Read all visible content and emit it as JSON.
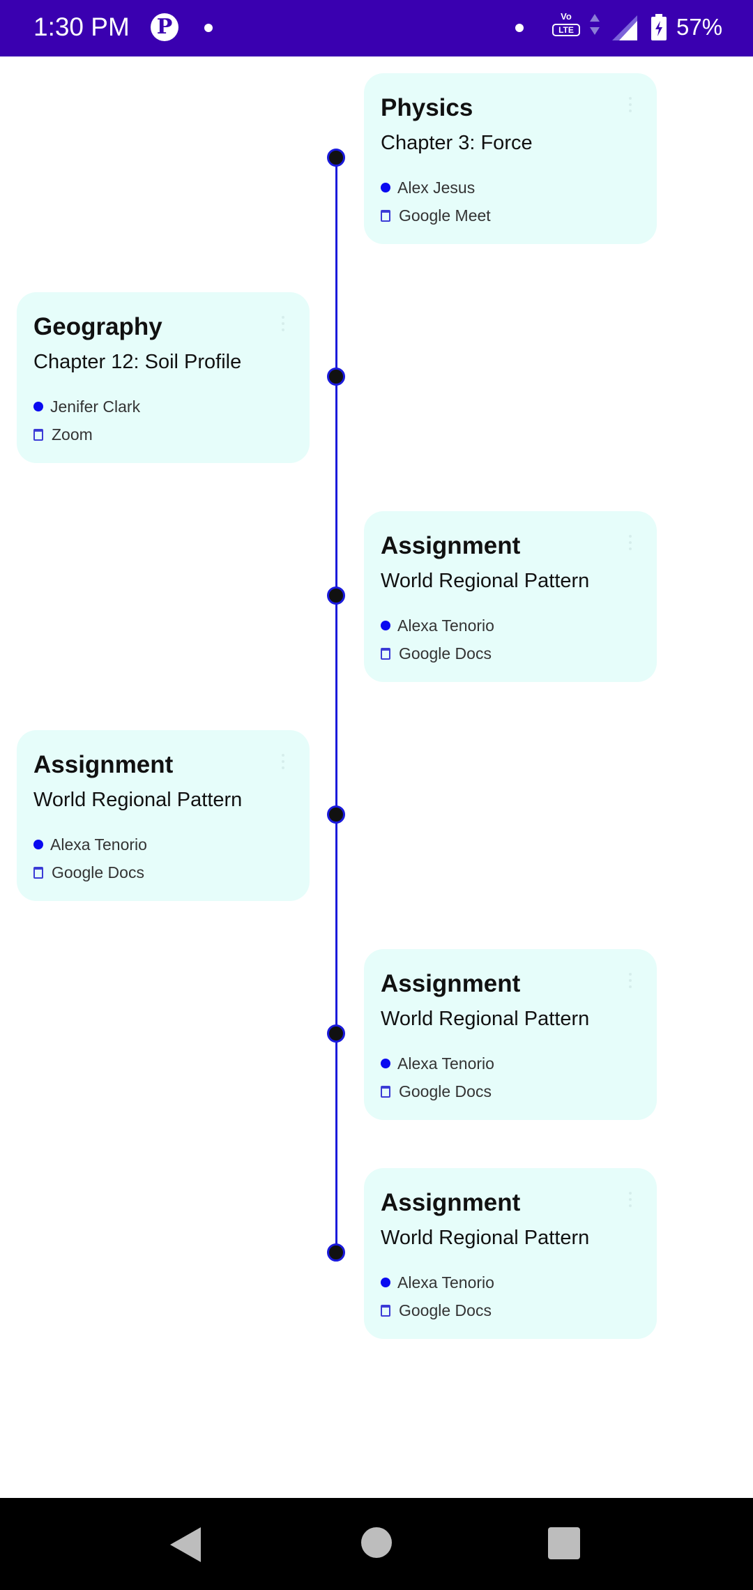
{
  "status_bar": {
    "time": "1:30 PM",
    "volte_top": "Vo",
    "volte_bottom": "LTE",
    "battery": "57%"
  },
  "cards": [
    {
      "title": "Physics",
      "subtitle": "Chapter 3: Force",
      "person": "Alex Jesus",
      "platform": "Google Meet"
    },
    {
      "title": "Geography",
      "subtitle": "Chapter 12: Soil Profile",
      "person": "Jenifer Clark",
      "platform": "Zoom"
    },
    {
      "title": "Assignment",
      "subtitle": "World Regional Pattern",
      "person": "Alexa Tenorio",
      "platform": "Google Docs"
    },
    {
      "title": "Assignment",
      "subtitle": "World Regional Pattern",
      "person": "Alexa Tenorio",
      "platform": "Google Docs"
    },
    {
      "title": "Assignment",
      "subtitle": "World Regional Pattern",
      "person": "Alexa Tenorio",
      "platform": "Google Docs"
    },
    {
      "title": "Assignment",
      "subtitle": "World Regional Pattern",
      "person": "Alexa Tenorio",
      "platform": "Google Docs"
    }
  ],
  "icons": {
    "pinterest": "pinterest-icon",
    "signal": "signal-icon",
    "battery": "battery-charging-icon",
    "person_marker": "dot-icon",
    "platform_marker": "calendar-icon",
    "more": "more-vert-icon"
  },
  "colors": {
    "status_bar": "#3a00b0",
    "card_background": "#e6fdfa",
    "timeline": "#1a1adb",
    "accent_dot": "#0a0af0"
  }
}
